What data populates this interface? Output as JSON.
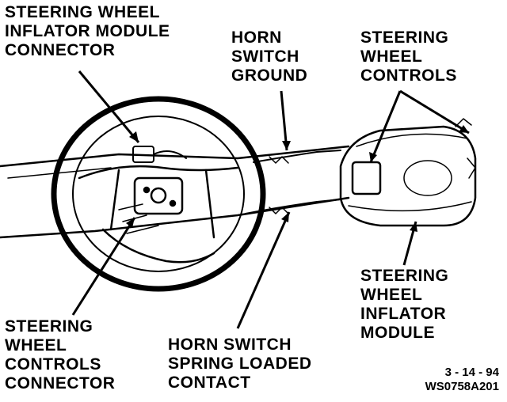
{
  "labels": {
    "inflator_connector": [
      "STEERING WHEEL",
      "INFLATOR MODULE",
      "CONNECTOR"
    ],
    "horn_ground": [
      "HORN",
      "SWITCH",
      "GROUND"
    ],
    "wheel_controls": [
      "STEERING",
      "WHEEL",
      "CONTROLS"
    ],
    "inflator_module": [
      "STEERING",
      "WHEEL",
      "INFLATOR",
      "MODULE"
    ],
    "controls_connector": [
      "STEERING",
      "WHEEL",
      "CONTROLS",
      "CONNECTOR"
    ],
    "horn_contact": [
      "HORN SWITCH",
      "SPRING LOADED",
      "CONTACT"
    ]
  },
  "figure_code": {
    "date": "3 - 14 - 94",
    "id": "WS0758A201"
  },
  "colors": {
    "ink": "#000000",
    "paper": "#ffffff"
  }
}
